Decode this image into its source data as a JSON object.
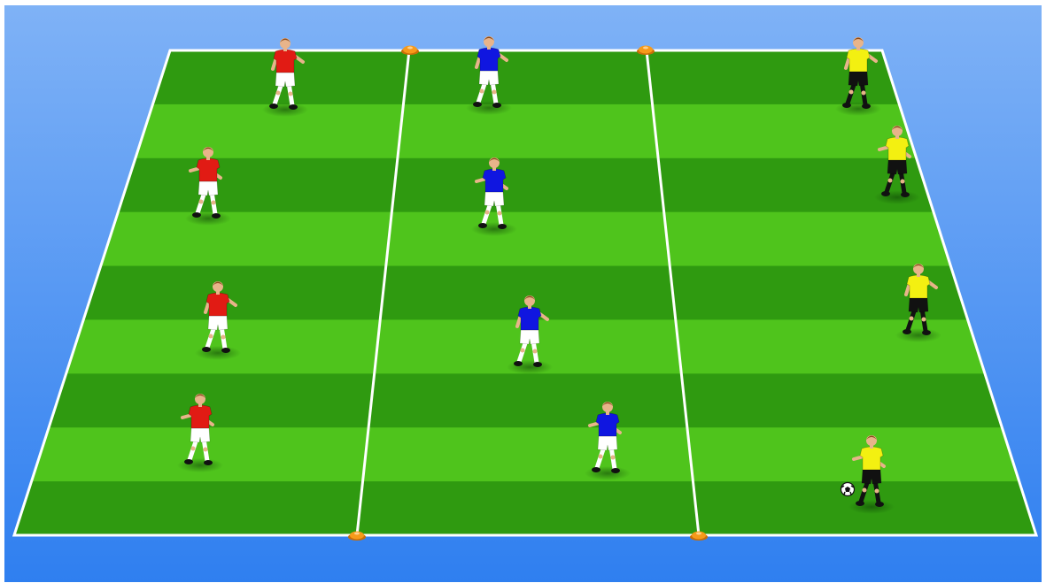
{
  "diagram": {
    "title": "",
    "background_color_top": "#7fb2f6",
    "background_color_bottom": "#2f7ff0",
    "pitch_color_light": "#4fc41c",
    "pitch_color_dark": "#2f9a10",
    "line_color": "#ffffff",
    "cone_color": "#f79a1a",
    "zones": [
      {
        "name": "left-zone",
        "team": "red"
      },
      {
        "name": "middle-zone",
        "team": "blue"
      },
      {
        "name": "right-zone",
        "team": "yellow"
      }
    ],
    "teams": [
      {
        "name": "red",
        "shirt": "#e11b14",
        "shorts": "#ffffff",
        "socks": "#ffffff",
        "player_count": 4
      },
      {
        "name": "blue",
        "shirt": "#1016e0",
        "shorts": "#ffffff",
        "socks": "#ffffff",
        "player_count": 4
      },
      {
        "name": "yellow",
        "shirt": "#f3f011",
        "shorts": "#111111",
        "socks": "#111111",
        "player_count": 4
      }
    ],
    "cone_count": 4,
    "ball_count": 1
  }
}
